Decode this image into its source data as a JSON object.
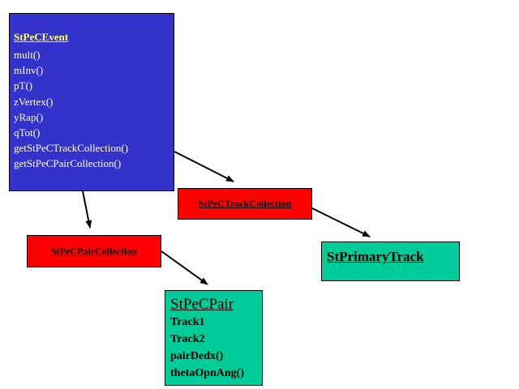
{
  "event": {
    "title": "StPeCEvent",
    "methods": [
      "mult()",
      "mInv()",
      "pT()",
      "zVertex()",
      "yRap()",
      "qTot()",
      "getStPeCTrackCollection()",
      "getStPeCPairCollection()"
    ]
  },
  "track_collection": {
    "label": "StPeCTrackCollection"
  },
  "pair_collection": {
    "label": "StPeCPairCollection"
  },
  "primary_track": {
    "label": "StPrimaryTrack"
  },
  "pair": {
    "title": "StPeCPair",
    "items": [
      "Track1",
      "Track2",
      "pairDedx()",
      "thetaOpnAng()"
    ]
  },
  "colors": {
    "event_bg": "#3333cc",
    "event_title": "#ffff66",
    "collection_bg": "#ff0000",
    "class_bg": "#00cc99"
  }
}
